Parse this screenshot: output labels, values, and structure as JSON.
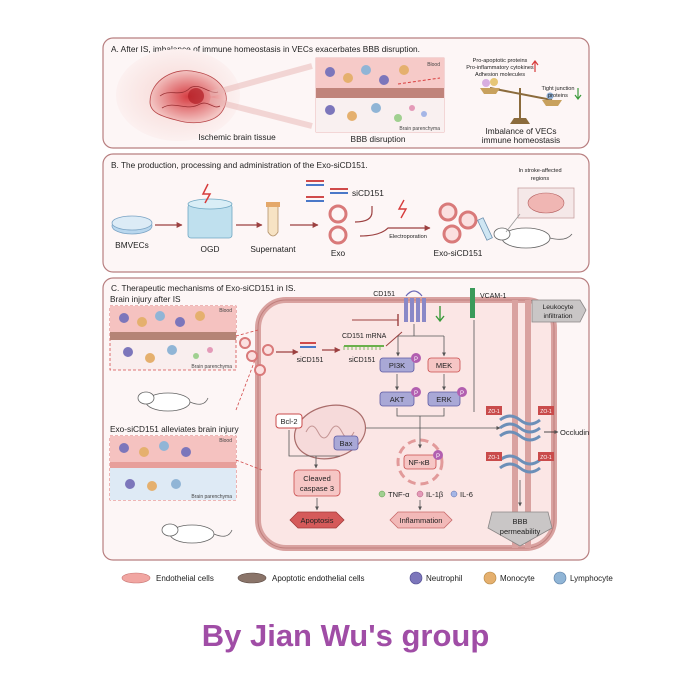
{
  "colors": {
    "panel_border": "#b87f80",
    "panel_fill": "#fdf6f6",
    "cell_pink": "#f1a6a2",
    "cell_dark": "#8a7469",
    "arrow": "#9c4040",
    "kinase": "#a9a8d6",
    "kinase_border": "#5d5aa3",
    "phospho": "#b25fb0",
    "tj": "#6c8fb8",
    "box_red": "#c94b4b",
    "credit": "#a04da6"
  },
  "panelA": {
    "title": "A. After IS, imbalance of immune homeostasis in VECs exacerbates BBB disruption.",
    "brain_label": "Ischemic brain tissue",
    "bbb_label": "BBB disruption",
    "blood": "Blood",
    "parenchyma": "Brain parenchyma",
    "up_items": [
      "Pro-apoptotic proteins",
      "Pro-inflammatory cytokines",
      "Adhesion molecules"
    ],
    "down_items": [
      "Tight junction",
      "proteins"
    ],
    "balance_label": [
      "Imbalance of VECs",
      "immune homeostasis"
    ]
  },
  "panelB": {
    "title": "B. The production, processing and administration of the Exo-siCD151.",
    "steps": [
      "BMVECs",
      "OGD",
      "Supernatant",
      "Exo",
      "Exo-siCD151"
    ],
    "sicd151": "siCD151",
    "electroporation": "Electroporation",
    "target": [
      "In stroke-affected",
      "regions"
    ]
  },
  "panelC": {
    "title": "C. Therapeutic mechanisms of Exo-siCD151 in IS.",
    "injury_title": "Brain injury after IS",
    "alleviate_title": "Exo-siCD151 alleviates brain injury",
    "blood": "Blood",
    "parenchyma": "Brain parenchyma",
    "cd151": "CD151",
    "vcam": "VCAM-1",
    "leukocyte": [
      "Leukocyte",
      "infiltration"
    ],
    "sicd151": "siCD151",
    "mrna": "CD151 mRNA",
    "sicd151_2": "siCD151",
    "pi3k": "PI3K",
    "mek": "MEK",
    "akt": "AKT",
    "erk": "ERK",
    "p": "P",
    "bcl2": "Bcl-2",
    "bax": "Bax",
    "caspase": [
      "Cleaved",
      "caspase 3"
    ],
    "apoptosis": "Apoptosis",
    "nfkb": "NF-κB",
    "cytokines": [
      "TNF-α",
      "IL-1β",
      "IL-6"
    ],
    "inflammation": "Inflammation",
    "zo1": "ZO-1",
    "occludin": "Occludin",
    "bbb_perm": [
      "BBB",
      "permeability"
    ]
  },
  "legend": [
    "Endothelial cells",
    "Apoptotic endothelial cells",
    "Neutrophil",
    "Monocyte",
    "Lymphocyte"
  ],
  "credit": "By Jian Wu's group"
}
